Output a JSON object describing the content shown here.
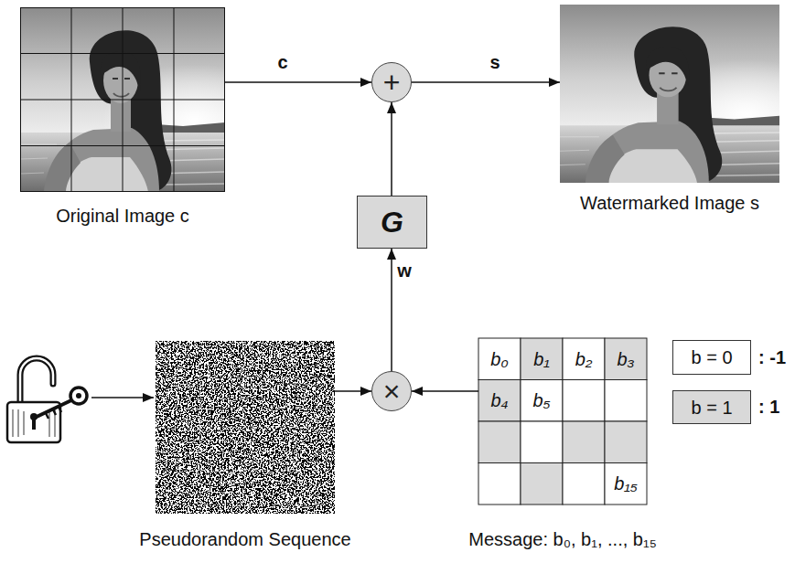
{
  "diagram": {
    "nodes": [
      {
        "text": [
          "Original Image c"
        ]
      },
      {
        "text": [
          "+"
        ]
      },
      {
        "text": [
          "Watermarked Image s"
        ]
      },
      {
        "text": [
          "G"
        ]
      },
      {
        "text": [
          "Pseudorandom Sequence"
        ]
      },
      {
        "text": [
          "×"
        ]
      },
      {
        "text": [
          "Message: b₀, b₁, ..., b₁₅"
        ]
      }
    ],
    "edges": [
      {
        "from": 0,
        "to": 1,
        "label": "c",
        "arrow": "to"
      },
      {
        "from": 1,
        "to": 2,
        "label": "s",
        "arrow": "to"
      },
      {
        "from": 3,
        "to": 1,
        "arrow": "to"
      },
      {
        "from": 5,
        "to": 3,
        "label": "w",
        "arrow": "to"
      },
      {
        "from": 4,
        "to": 5,
        "arrow": "to"
      },
      {
        "from": 6,
        "to": 5,
        "arrow": "to"
      }
    ],
    "labels": [
      "b₀",
      "b₁",
      "b₂",
      "b₃",
      "b₄",
      "b₅",
      "b₁₅",
      ": -1",
      ": 1"
    ],
    "legend": [
      {
        "text": "b = 0",
        "color": "#ffffff"
      },
      {
        "text": "b = 1",
        "color": "#d9d9d9"
      }
    ]
  }
}
